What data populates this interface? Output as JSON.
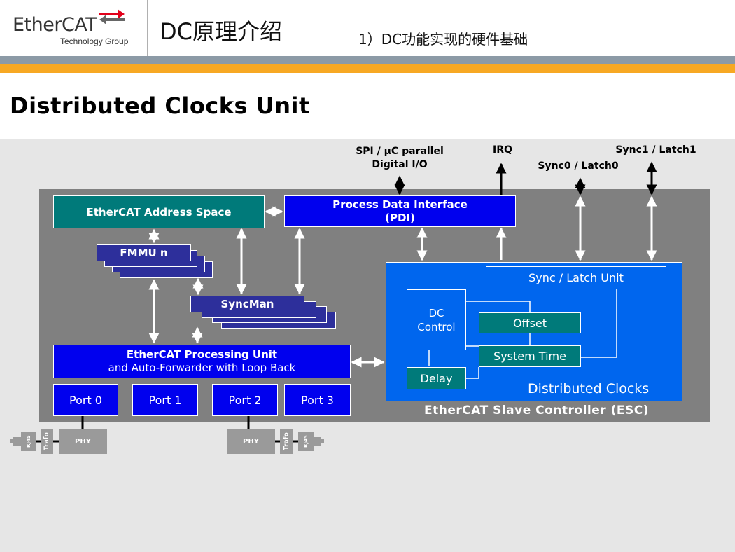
{
  "header": {
    "logo_text": "EtherCAT",
    "logo_subtitle": "Technology Group",
    "title": "DC原理介绍",
    "subtitle": "1）DC功能实现的硬件基础"
  },
  "slide": {
    "heading": "Distributed Clocks Unit"
  },
  "diagram": {
    "external": {
      "spi_line1": "SPI / µC parallel",
      "spi_line2": "Digital I/O",
      "irq": "IRQ",
      "sync0": "Sync0 / Latch0",
      "sync1": "Sync1 / Latch1"
    },
    "blocks": {
      "address_space": "EtherCAT Address Space",
      "pdi_line1": "Process Data Interface",
      "pdi_line2": "(PDI)",
      "fmmu": "FMMU n",
      "syncman": "SyncMan",
      "epu_line1": "EtherCAT Processing Unit",
      "epu_line2": "and Auto-Forwarder with Loop Back",
      "port0": "Port 0",
      "port1": "Port 1",
      "port2": "Port 2",
      "port3": "Port 3"
    },
    "dc": {
      "sync_latch_unit": "Sync / Latch Unit",
      "dc_control_line1": "DC",
      "dc_control_line2": "Control",
      "offset": "Offset",
      "system_time": "System Time",
      "delay": "Delay",
      "region_label": "Distributed Clocks"
    },
    "esc_label": "EtherCAT Slave Controller (ESC)",
    "phy_left": "PHY",
    "phy_right": "PHY",
    "trafo_left": "Trafo",
    "trafo_right": "Trafo",
    "rj45_left": "RJ45",
    "rj45_right": "RJ45"
  },
  "colors": {
    "blue": "#0000ee",
    "dc_blue": "#0066ee",
    "teal": "#007a7a",
    "navy": "#2d2f9b",
    "orange_bar": "#f7a823",
    "gray_bar": "#8c9aa6",
    "esc_gray": "#808080"
  }
}
